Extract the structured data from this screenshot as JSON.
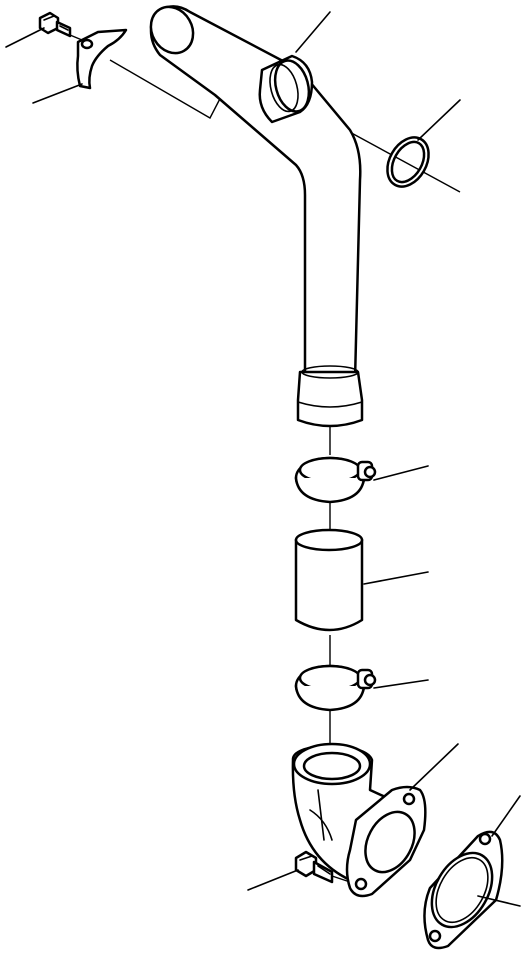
{
  "diagram": {
    "kind": "exploded-parts-view",
    "parts": [
      {
        "id": "upper-bolt",
        "icon": "bolt-icon"
      },
      {
        "id": "mounting-bracket",
        "icon": "bracket-icon"
      },
      {
        "id": "bent-intake-tube",
        "icon": "pipe-icon"
      },
      {
        "id": "o-ring",
        "icon": "ring-icon"
      },
      {
        "id": "upper-hose-clamp",
        "icon": "clamp-icon"
      },
      {
        "id": "rubber-hose",
        "icon": "hose-icon"
      },
      {
        "id": "lower-hose-clamp",
        "icon": "clamp-icon"
      },
      {
        "id": "elbow-connector",
        "icon": "elbow-icon"
      },
      {
        "id": "flange-gasket",
        "icon": "gasket-icon"
      },
      {
        "id": "lower-bolt",
        "icon": "bolt-icon"
      }
    ],
    "line_color": "#000000",
    "background_color": "#ffffff"
  }
}
